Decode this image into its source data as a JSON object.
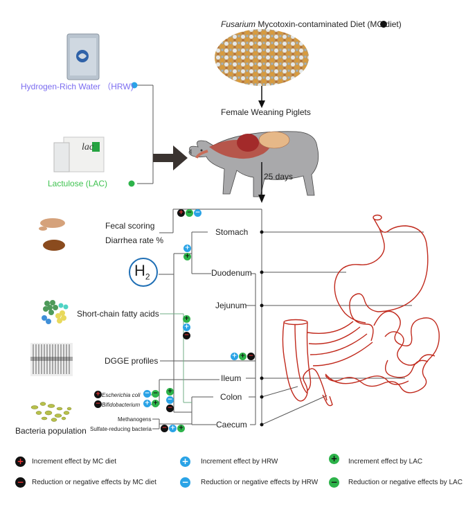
{
  "colors": {
    "mc": "#111111",
    "hrw": "#2aa3e6",
    "lac": "#2db34a",
    "hrw_text": "#7b6cf0",
    "lac_text": "#3ec24f",
    "h2_ring": "#1f6fb5",
    "intestine": "#c0281b"
  },
  "top": {
    "mc_diet_italic": "Fusarium",
    "mc_diet_rest": " Mycotoxin-contaminated Diet (MC diet)",
    "hrw_label": "Hydrogen-Rich Water （HRW)",
    "lac_label": "Lactulose (LAC)",
    "piglets_label": "Female Weaning Piglets",
    "duration_label": "25 days"
  },
  "images": {
    "hrw_package": "hydrogen-rich-water-package",
    "lac_package": "lactulose-package",
    "contaminated_corn": "mycotoxin-contaminated-corn",
    "pig": "pig-with-digestive-organs",
    "feces": "feces-samples",
    "scfa": "short-chain-fatty-acid-molecules",
    "dgge": "dgge-gel",
    "bacteria": "bacteria-cells",
    "gi_tract": "gastrointestinal-tract"
  },
  "measures": {
    "fecal_scoring": "Fecal scoring",
    "diarrhea_rate": "Diarrhea rate %",
    "h2": "H",
    "h2_sub": "2",
    "scfa": "Short-chain fatty acids",
    "dgge": "DGGE profiles",
    "bacteria_population": "Bacteria population",
    "e_coli": "Escherichia coli",
    "bifidobacterium": "Bifidobacterium",
    "methanogens": "Methanogens",
    "srb": "Sulfate-reducing bacteria"
  },
  "segments": {
    "stomach": "Stomach",
    "duodenum": "Duodenum",
    "jejunum": "Jejunum",
    "ileum": "Ileum",
    "colon": "Colon",
    "caecum": "Caecum"
  },
  "effects": {
    "fecal": [
      {
        "src": "mc",
        "sign": "+"
      },
      {
        "src": "lac",
        "sign": "-"
      },
      {
        "src": "hrw",
        "sign": "-"
      }
    ],
    "h2": [
      {
        "src": "hrw",
        "sign": "+"
      },
      {
        "src": "lac",
        "sign": "+"
      }
    ],
    "scfa": [
      {
        "src": "lac",
        "sign": "+"
      },
      {
        "src": "hrw",
        "sign": "+"
      },
      {
        "src": "mc",
        "sign": "-"
      }
    ],
    "dgge": [
      {
        "src": "hrw",
        "sign": "+"
      },
      {
        "src": "lac",
        "sign": "+"
      },
      {
        "src": "mc",
        "sign": "-"
      }
    ],
    "e_coli_mc": {
      "src": "mc",
      "sign": "+"
    },
    "e_coli": [
      {
        "src": "hrw",
        "sign": "-"
      },
      {
        "src": "lac",
        "sign": "-"
      }
    ],
    "bifido_mc": {
      "src": "mc",
      "sign": "-"
    },
    "bifido": [
      {
        "src": "hrw",
        "sign": "+"
      },
      {
        "src": "lac",
        "sign": "+"
      }
    ],
    "colon_group": [
      {
        "src": "lac",
        "sign": "+"
      },
      {
        "src": "hrw",
        "sign": "-"
      },
      {
        "src": "mc",
        "sign": "-"
      }
    ],
    "srb": [
      {
        "src": "mc",
        "sign": "-"
      },
      {
        "src": "hrw",
        "sign": "+"
      },
      {
        "src": "lac",
        "sign": "+"
      }
    ]
  },
  "legend": [
    {
      "src": "mc",
      "sign": "+",
      "label": "Increment effect by MC diet"
    },
    {
      "src": "mc",
      "sign": "-",
      "label": "Reduction or negative effects by MC diet"
    },
    {
      "src": "hrw",
      "sign": "+",
      "label": "Increment effect by HRW"
    },
    {
      "src": "hrw",
      "sign": "-",
      "label": "Reduction or negative effects by HRW"
    },
    {
      "src": "lac",
      "sign": "+",
      "label": "Increment effect by LAC"
    },
    {
      "src": "lac",
      "sign": "-",
      "label": "Reduction or negative effects by LAC"
    }
  ]
}
